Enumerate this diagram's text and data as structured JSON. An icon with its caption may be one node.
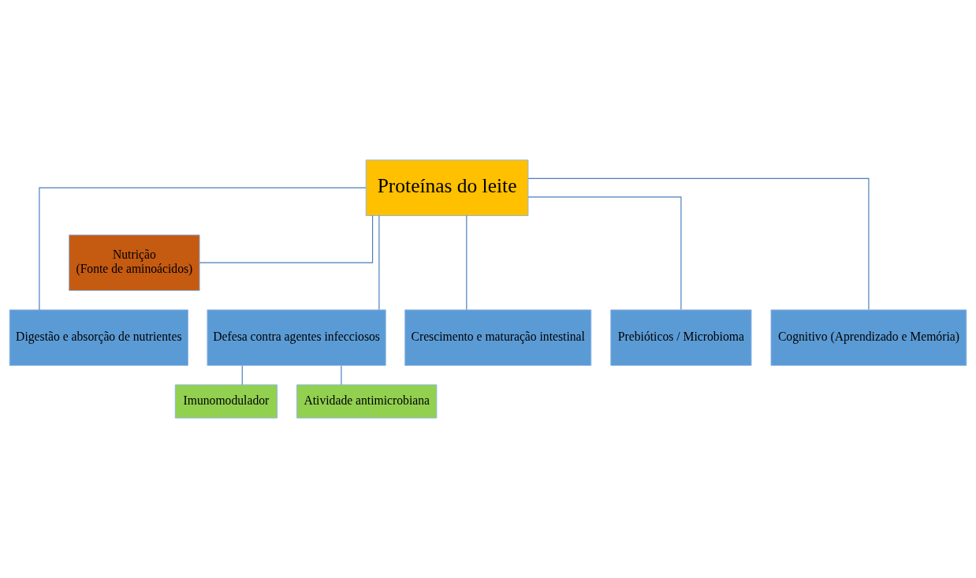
{
  "diagram": {
    "nodes": [
      {
        "text": [
          "Proteínas do leite"
        ]
      },
      {
        "text": [
          "Nutrição",
          "(Fonte de aminoácidos)"
        ]
      },
      {
        "text": [
          "Digestão e absorção de nutrientes"
        ]
      },
      {
        "text": [
          "Defesa contra agentes infecciosos"
        ]
      },
      {
        "text": [
          "Crescimento e maturação intestinal"
        ]
      },
      {
        "text": [
          "Prebióticos / Microbioma"
        ]
      },
      {
        "text": [
          "Cognitivo (Aprendizado e Memória)"
        ]
      },
      {
        "text": [
          "Imunomodulador"
        ]
      },
      {
        "text": [
          "Atividade antimicrobiana"
        ]
      }
    ],
    "edges": [
      {
        "from": 0,
        "to": 1,
        "arrow": "none"
      },
      {
        "from": 0,
        "to": 2,
        "arrow": "none"
      },
      {
        "from": 0,
        "to": 3,
        "arrow": "none"
      },
      {
        "from": 0,
        "to": 4,
        "arrow": "none"
      },
      {
        "from": 0,
        "to": 5,
        "arrow": "none"
      },
      {
        "from": 0,
        "to": 6,
        "arrow": "none"
      },
      {
        "from": 3,
        "to": 7,
        "arrow": "none"
      },
      {
        "from": 3,
        "to": 8,
        "arrow": "none"
      }
    ]
  }
}
